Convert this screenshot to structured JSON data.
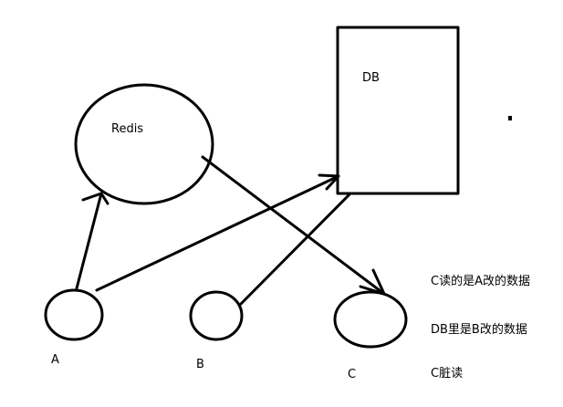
{
  "diagram": {
    "nodes": {
      "redis": {
        "label": "Redis"
      },
      "db": {
        "label": "DB"
      },
      "a": {
        "label": "A"
      },
      "b": {
        "label": "B"
      },
      "c": {
        "label": "C"
      }
    },
    "notes": [
      "C读的是A改的数据",
      "DB里是B改的数据",
      "C脏读"
    ],
    "colors": {
      "stroke": "#000000",
      "background": "#ffffff"
    }
  }
}
